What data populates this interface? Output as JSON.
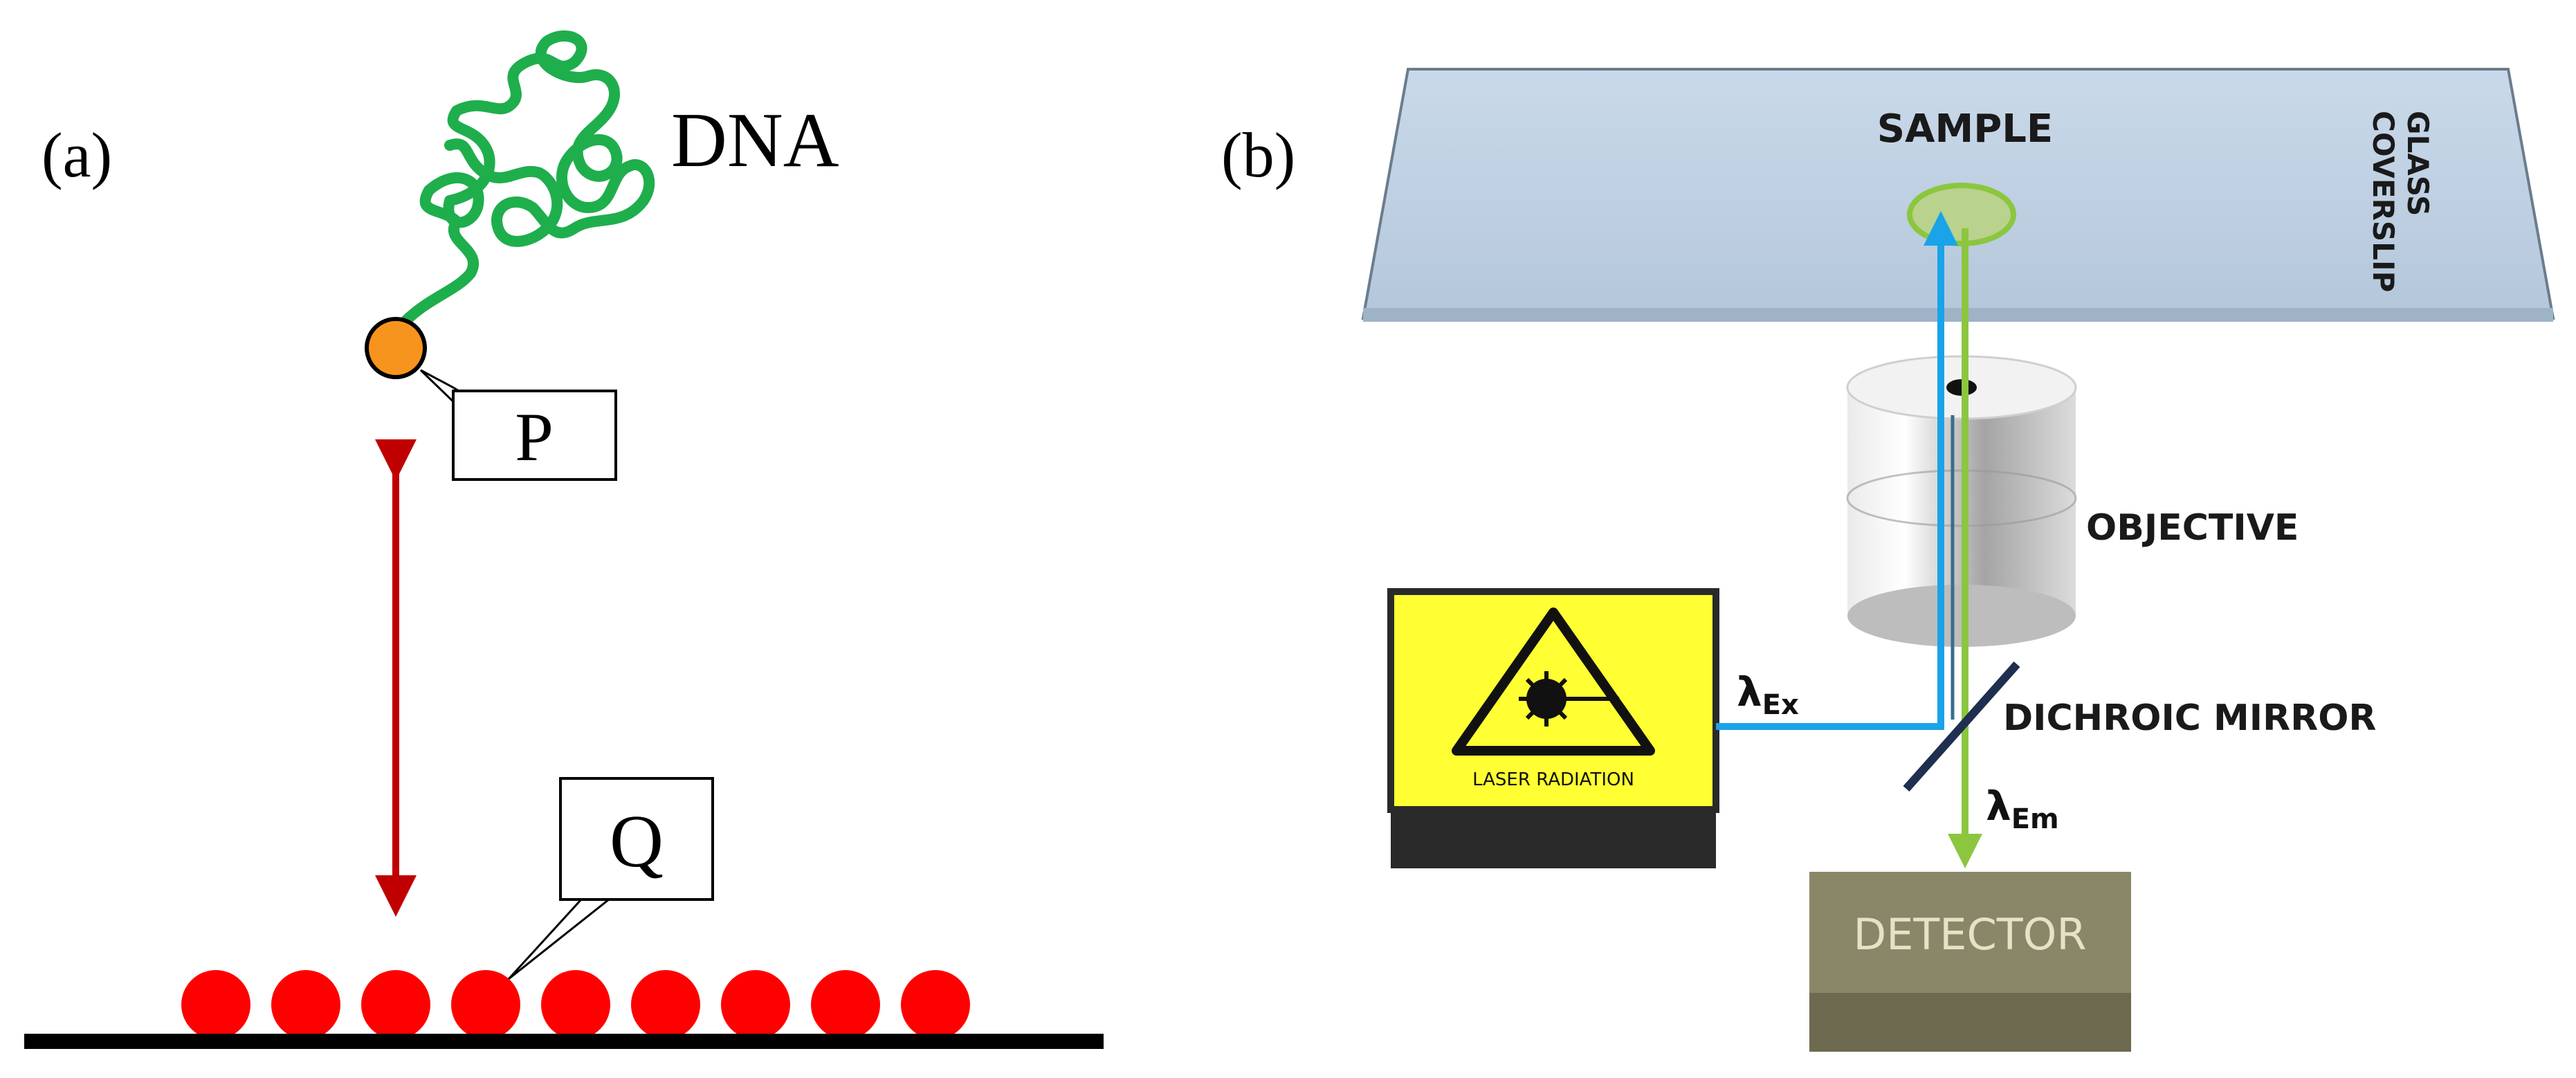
{
  "panel_a": {
    "label": "(a)",
    "dna_label": "DNA",
    "probe_label": "P",
    "quencher_label": "Q",
    "quencher_count": 9,
    "colors": {
      "dna": "#1fae4c",
      "probe": "#f7941d",
      "quencher": "#ff0000",
      "arrow": "#c00000"
    }
  },
  "panel_b": {
    "label": "(b)",
    "sample_label": "SAMPLE",
    "coverslip_label_line1": "GLASS",
    "coverslip_label_line2": "COVERSLIP",
    "objective_label": "OBJECTIVE",
    "dichroic_label": "DICHROIC MIRROR",
    "laser_label": "LASER RADIATION",
    "excitation": {
      "symbol": "λ",
      "subscript": "Ex"
    },
    "emission": {
      "symbol": "λ",
      "subscript": "Em"
    },
    "detector_label": "DETECTOR",
    "colors": {
      "excitation": "#1aa3e8",
      "emission": "#8cc63f",
      "coverslip": "#c5d6e8",
      "laser_box": "#ffff33",
      "detector": "#7d7a5e"
    }
  }
}
